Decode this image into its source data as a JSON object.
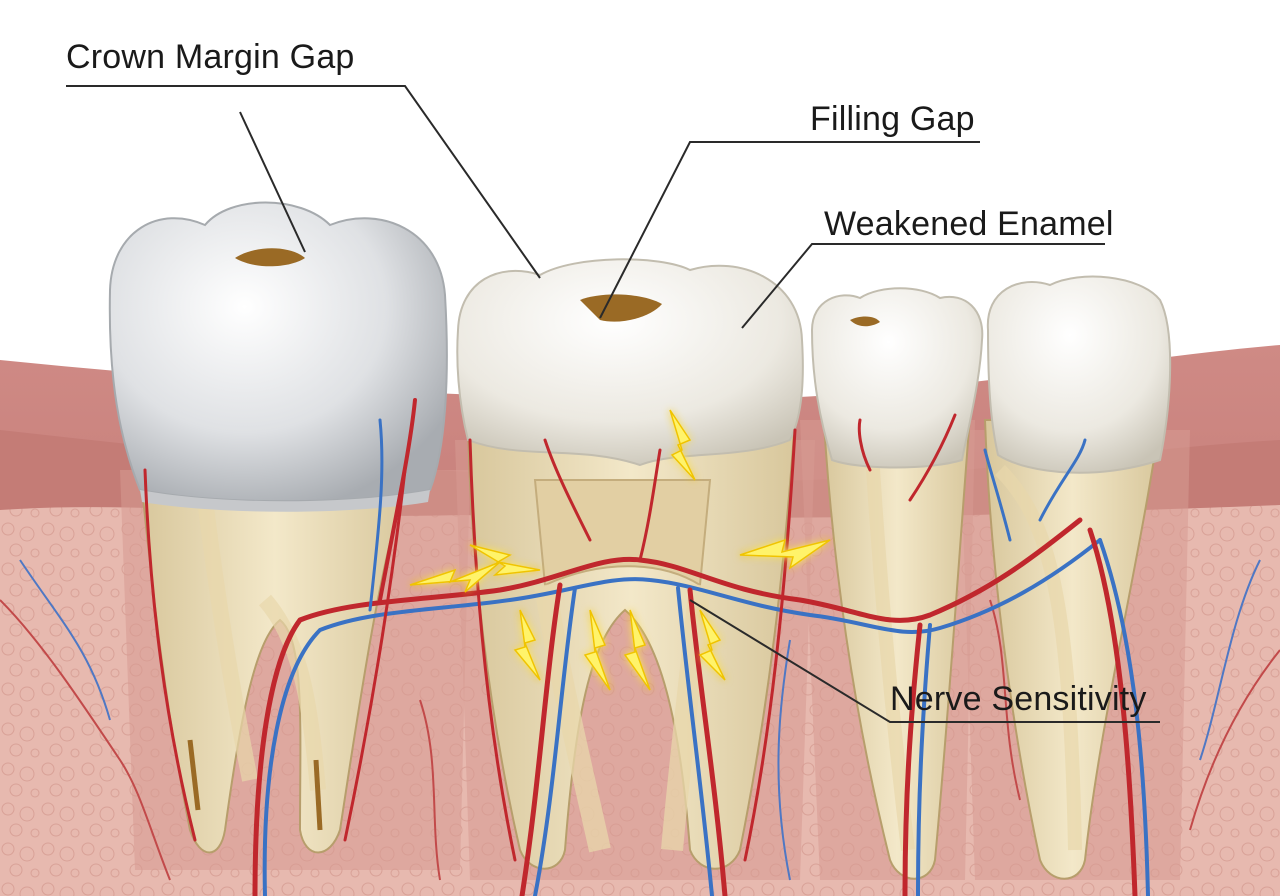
{
  "labels": {
    "crown_margin_gap": "Crown Margin Gap",
    "filling_gap": "Filling Gap",
    "weakened_enamel": "Weakened Enamel",
    "nerve_sensitivity": "Nerve Sensitivity"
  },
  "colors": {
    "gum": "#c98580",
    "bone": "#e6b7ad",
    "crown": "#e9eaec",
    "enamel": "#f1efe9",
    "dentin": "#ece0bf",
    "pulp": "#e8d3a6",
    "artery": "#c0272d",
    "vein": "#3a72c4",
    "decay": "#9a6a25",
    "spark": "#fff36b"
  }
}
